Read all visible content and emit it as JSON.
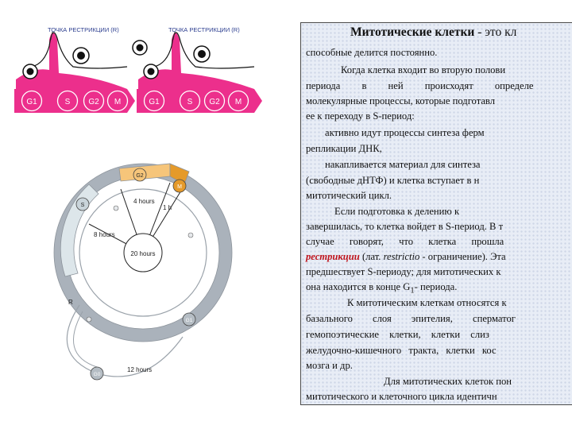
{
  "top_diagram": {
    "restriction_label_1": "ТОЧКА РЕСТРИКЦИИ (R)",
    "restriction_label_2": "ТОЧКА РЕСТРИКЦИИ (R)",
    "phases_1": [
      "G1",
      "S",
      "G2",
      "M"
    ],
    "phases_2": [
      "G1",
      "S",
      "G2",
      "M"
    ]
  },
  "cycle_diagram": {
    "g2_label": "G2",
    "m_label": "M",
    "g2_duration": "4 hours",
    "m_duration": "1 h",
    "s_label": "S",
    "s_duration": "8 hours",
    "total_duration": "20 hours",
    "r_label": "R",
    "g1_label": "G1",
    "g0_label": "G0",
    "g0_duration": "12 hours"
  },
  "text_panel": {
    "title_bold": "Митотические клетки",
    "title_rest": " - это кл",
    "line_2": "способные делится постоянно.",
    "line_3": "Когда клетка входит во вторую полови",
    "line_4": "периода в ней происходят определе",
    "line_5": "молекулярные процессы, которые подготавл",
    "line_6": "ее к переходу в S-период:",
    "line_7": "активно идут процессы синтеза ферм",
    "line_8": "репликации ДНК,",
    "line_9": "накапливается материал для синтеза",
    "line_10": "(свободные дНТФ) и клетка вступает в н",
    "line_11": "митотический цикл.",
    "line_12": "Если подготовка к делению к",
    "line_13": "завершилась, то клетка войдет в S-период. В т",
    "line_14": "случае говорят, что клетка прошла",
    "line_15_red": "рестрикции",
    "line_15_a": " (лат. ",
    "line_15_italic": "restrictio",
    "line_15_b": " - ограничение). Эта",
    "line_16": "предшествует S-периоду; для митотических к",
    "line_17": "она находится в конце G",
    "line_17_sub": "1",
    "line_17_end": "- периода.",
    "line_18": "К митотическим клеткам относятся к",
    "line_19": "базального слоя эпителия, сперматог",
    "line_20": "гемопоэтические клетки, клетки слиз",
    "line_21": "желудочно-кишечного тракта, клетки кос",
    "line_22": "мозга и др.",
    "line_23": "Для митотических клеток пон",
    "line_24": "митотического и клеточного цикла идентичн"
  }
}
